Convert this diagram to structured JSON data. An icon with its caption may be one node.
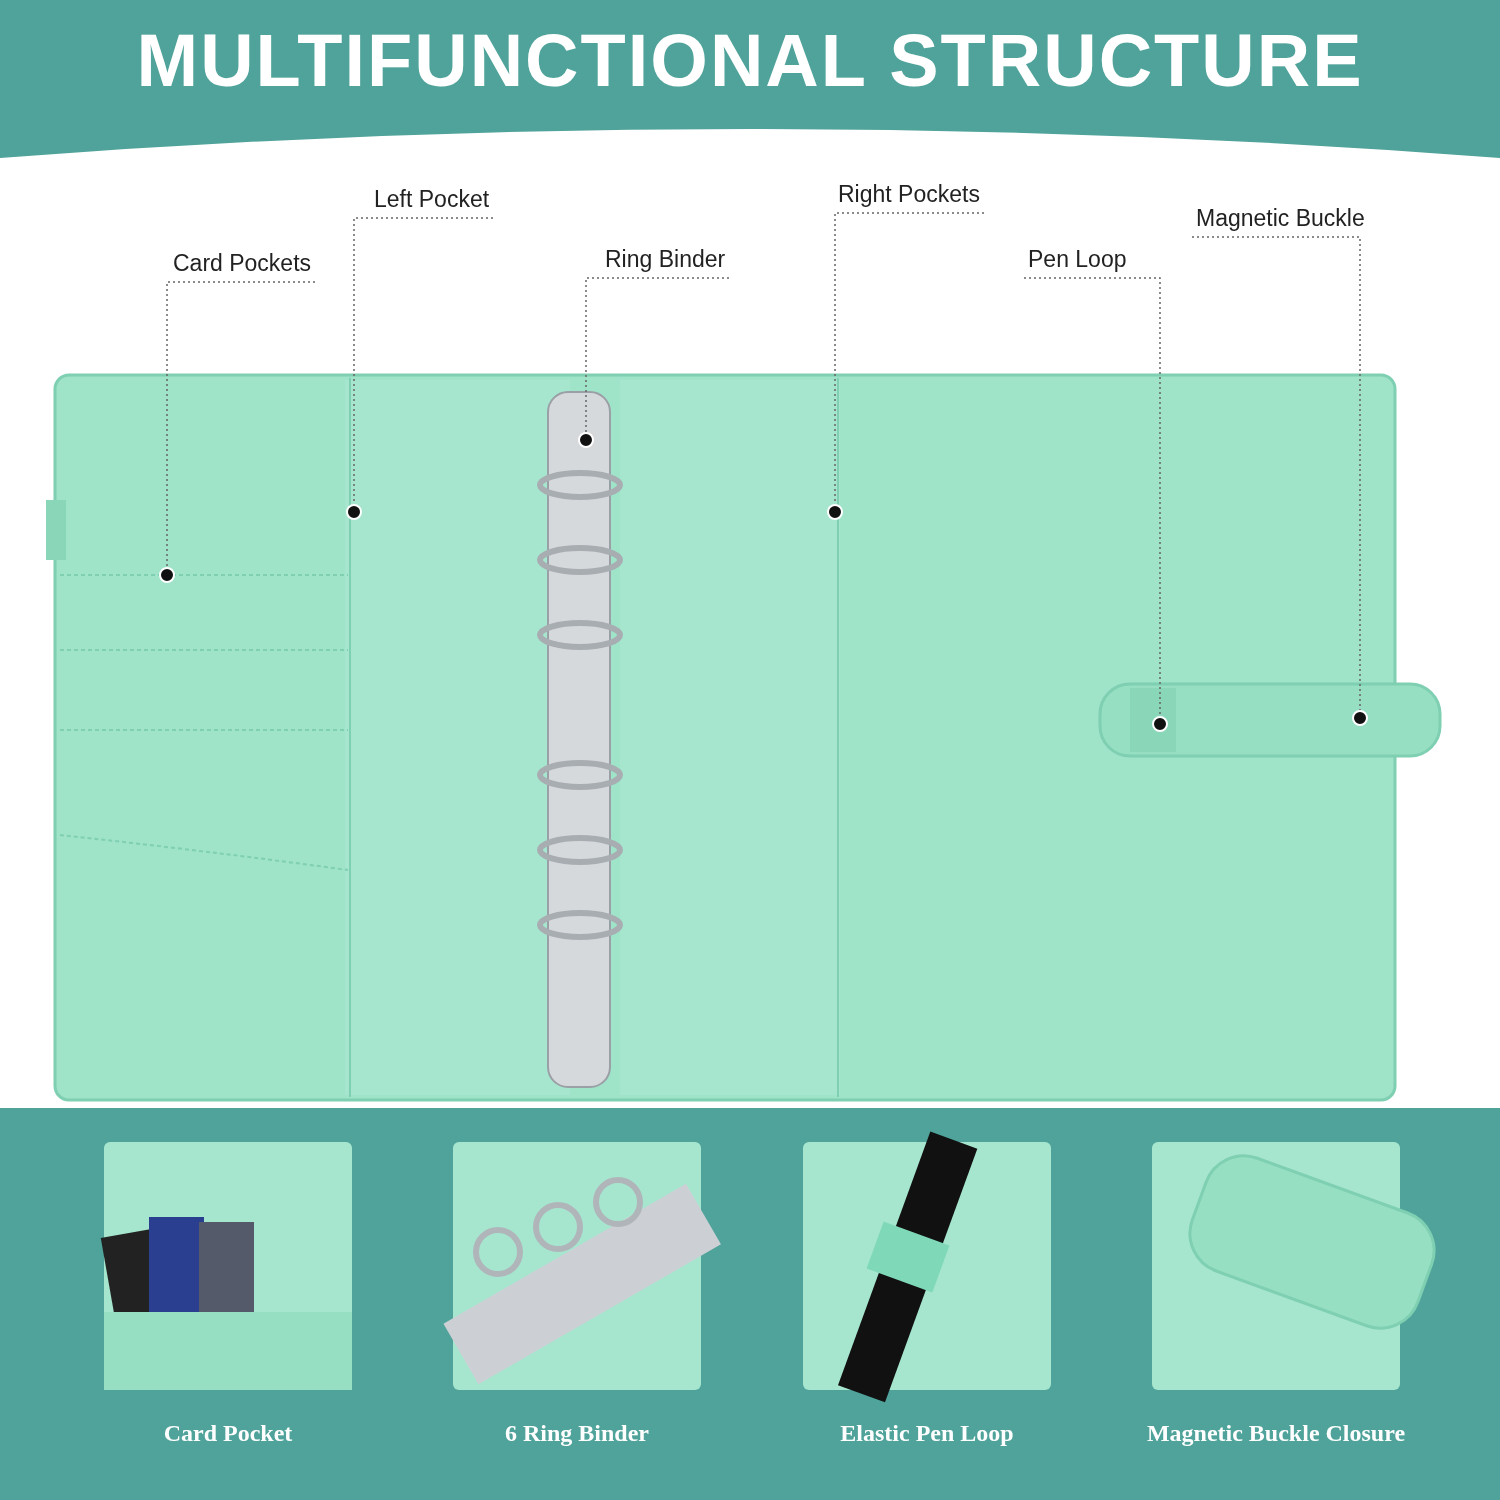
{
  "diagram": {
    "title": "MULTIFUNCTIONAL STRUCTURE",
    "nodes": [
      {
        "text": [
          "Card Pockets"
        ]
      },
      {
        "text": [
          "Left Pocket"
        ]
      },
      {
        "text": [
          "Ring Binder"
        ]
      },
      {
        "text": [
          "Right Pockets"
        ]
      },
      {
        "text": [
          "Pen Loop"
        ]
      },
      {
        "text": [
          "Magnetic Buckle"
        ]
      },
      {
        "text": [],
        "shape": "circle"
      },
      {
        "text": [],
        "shape": "circle"
      },
      {
        "text": [],
        "shape": "circle"
      },
      {
        "text": [],
        "shape": "circle"
      },
      {
        "text": [],
        "shape": "circle"
      },
      {
        "text": [],
        "shape": "circle"
      }
    ],
    "edges": [
      {
        "from": 0,
        "to": 6,
        "arrow": "none"
      },
      {
        "from": 1,
        "to": 7,
        "arrow": "none"
      },
      {
        "from": 2,
        "to": 8,
        "arrow": "none"
      },
      {
        "from": 3,
        "to": 9,
        "arrow": "none"
      },
      {
        "from": 4,
        "to": 10,
        "arrow": "none"
      },
      {
        "from": 5,
        "to": 11,
        "arrow": "none"
      }
    ],
    "labels": [
      "Card Pocket",
      "6 Ring Binder",
      "Elastic Pen Loop",
      "Magnetic Buckle Closure"
    ]
  }
}
